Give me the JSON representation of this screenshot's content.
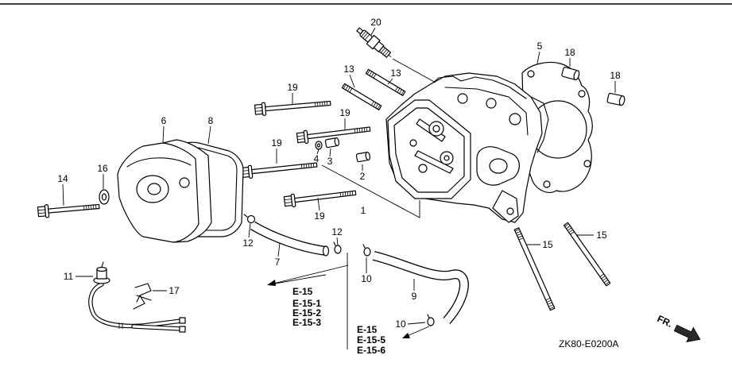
{
  "callouts": [
    "20",
    "13",
    "13",
    "5",
    "18",
    "18",
    "19",
    "19",
    "6",
    "8",
    "19",
    "4",
    "3",
    "2",
    "16",
    "14",
    "1",
    "19",
    "12",
    "12",
    "7",
    "15",
    "15",
    "11",
    "17",
    "10",
    "9",
    "10"
  ],
  "references": {
    "group_1": [
      "E-15",
      "E-15-1",
      "E-15-2",
      "E-15-3"
    ],
    "group_2": [
      "E-15",
      "E-15-5",
      "E-15-6"
    ]
  },
  "drawing_code": "ZK80-E0200A",
  "front_marker": "FR.",
  "colors": {
    "line": "#000000",
    "background": "#ffffff"
  }
}
